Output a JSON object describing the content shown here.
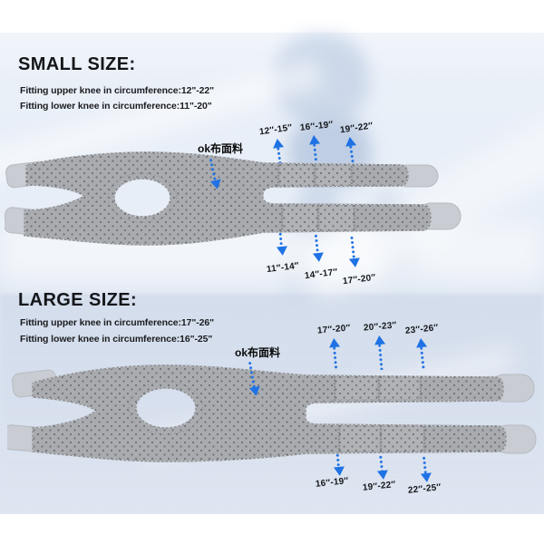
{
  "colors": {
    "arrow_blue": "#1f72e4",
    "text_dark": "#141619",
    "brace_gray": "#a9abaf",
    "brace_edge": "#8d9095",
    "brace_dot": "#565a60",
    "tab_gray": "#c9cdd3"
  },
  "small": {
    "heading": "SMALL SIZE:",
    "fit_upper": "Fitting upper knee in circumference:12\"-22\"",
    "fit_lower": "Fitting lower knee in circumference:11\"-20\"",
    "fabric_label": "ok布面料",
    "upper_measurements": [
      "12″-15″",
      "16″-19″",
      "19″-22″"
    ],
    "lower_measurements": [
      "11″-14″",
      "14″-17″",
      "17″-20″"
    ]
  },
  "large": {
    "heading": "LARGE SIZE:",
    "fit_upper": "Fitting upper knee in circumference:17\"-26\"",
    "fit_lower": "Fitting lower knee in circumference:16\"-25\"",
    "fabric_label": "ok布面料",
    "upper_measurements": [
      "17″-20″",
      "20″-23″",
      "23″-26″"
    ],
    "lower_measurements": [
      "16″-19″",
      "19″-22″",
      "22″-25″"
    ]
  }
}
